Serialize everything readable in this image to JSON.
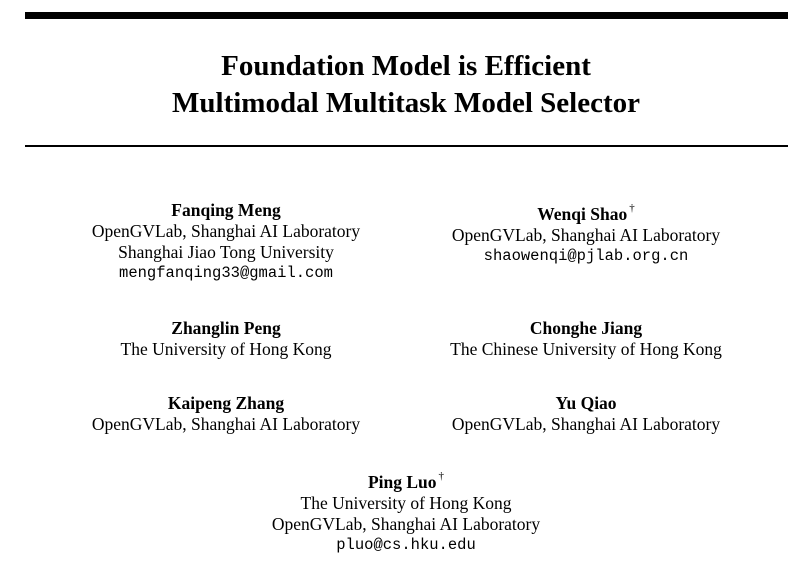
{
  "title": {
    "line1": "Foundation Model is Efficient",
    "line2": "Multimodal Multitask Model Selector"
  },
  "authors": [
    {
      "name": "Fanqing Meng",
      "mark": "",
      "affiliations": [
        "OpenGVLab, Shanghai AI Laboratory",
        "Shanghai Jiao Tong University"
      ],
      "email": "mengfanqing33@gmail.com"
    },
    {
      "name": "Wenqi Shao",
      "mark": "†",
      "affiliations": [
        "OpenGVLab, Shanghai AI Laboratory"
      ],
      "email": "shaowenqi@pjlab.org.cn"
    },
    {
      "name": "Zhanglin Peng",
      "mark": "",
      "affiliations": [
        "The University of Hong Kong"
      ],
      "email": ""
    },
    {
      "name": "Chonghe Jiang",
      "mark": "",
      "affiliations": [
        "The Chinese University of Hong Kong"
      ],
      "email": ""
    },
    {
      "name": "Kaipeng Zhang",
      "mark": "",
      "affiliations": [
        "OpenGVLab, Shanghai AI Laboratory"
      ],
      "email": ""
    },
    {
      "name": "Yu Qiao",
      "mark": "",
      "affiliations": [
        "OpenGVLab, Shanghai AI Laboratory"
      ],
      "email": ""
    },
    {
      "name": "Ping Luo",
      "mark": "†",
      "affiliations": [
        "The University of Hong Kong",
        "OpenGVLab, Shanghai AI Laboratory"
      ],
      "email": "pluo@cs.hku.edu"
    }
  ]
}
